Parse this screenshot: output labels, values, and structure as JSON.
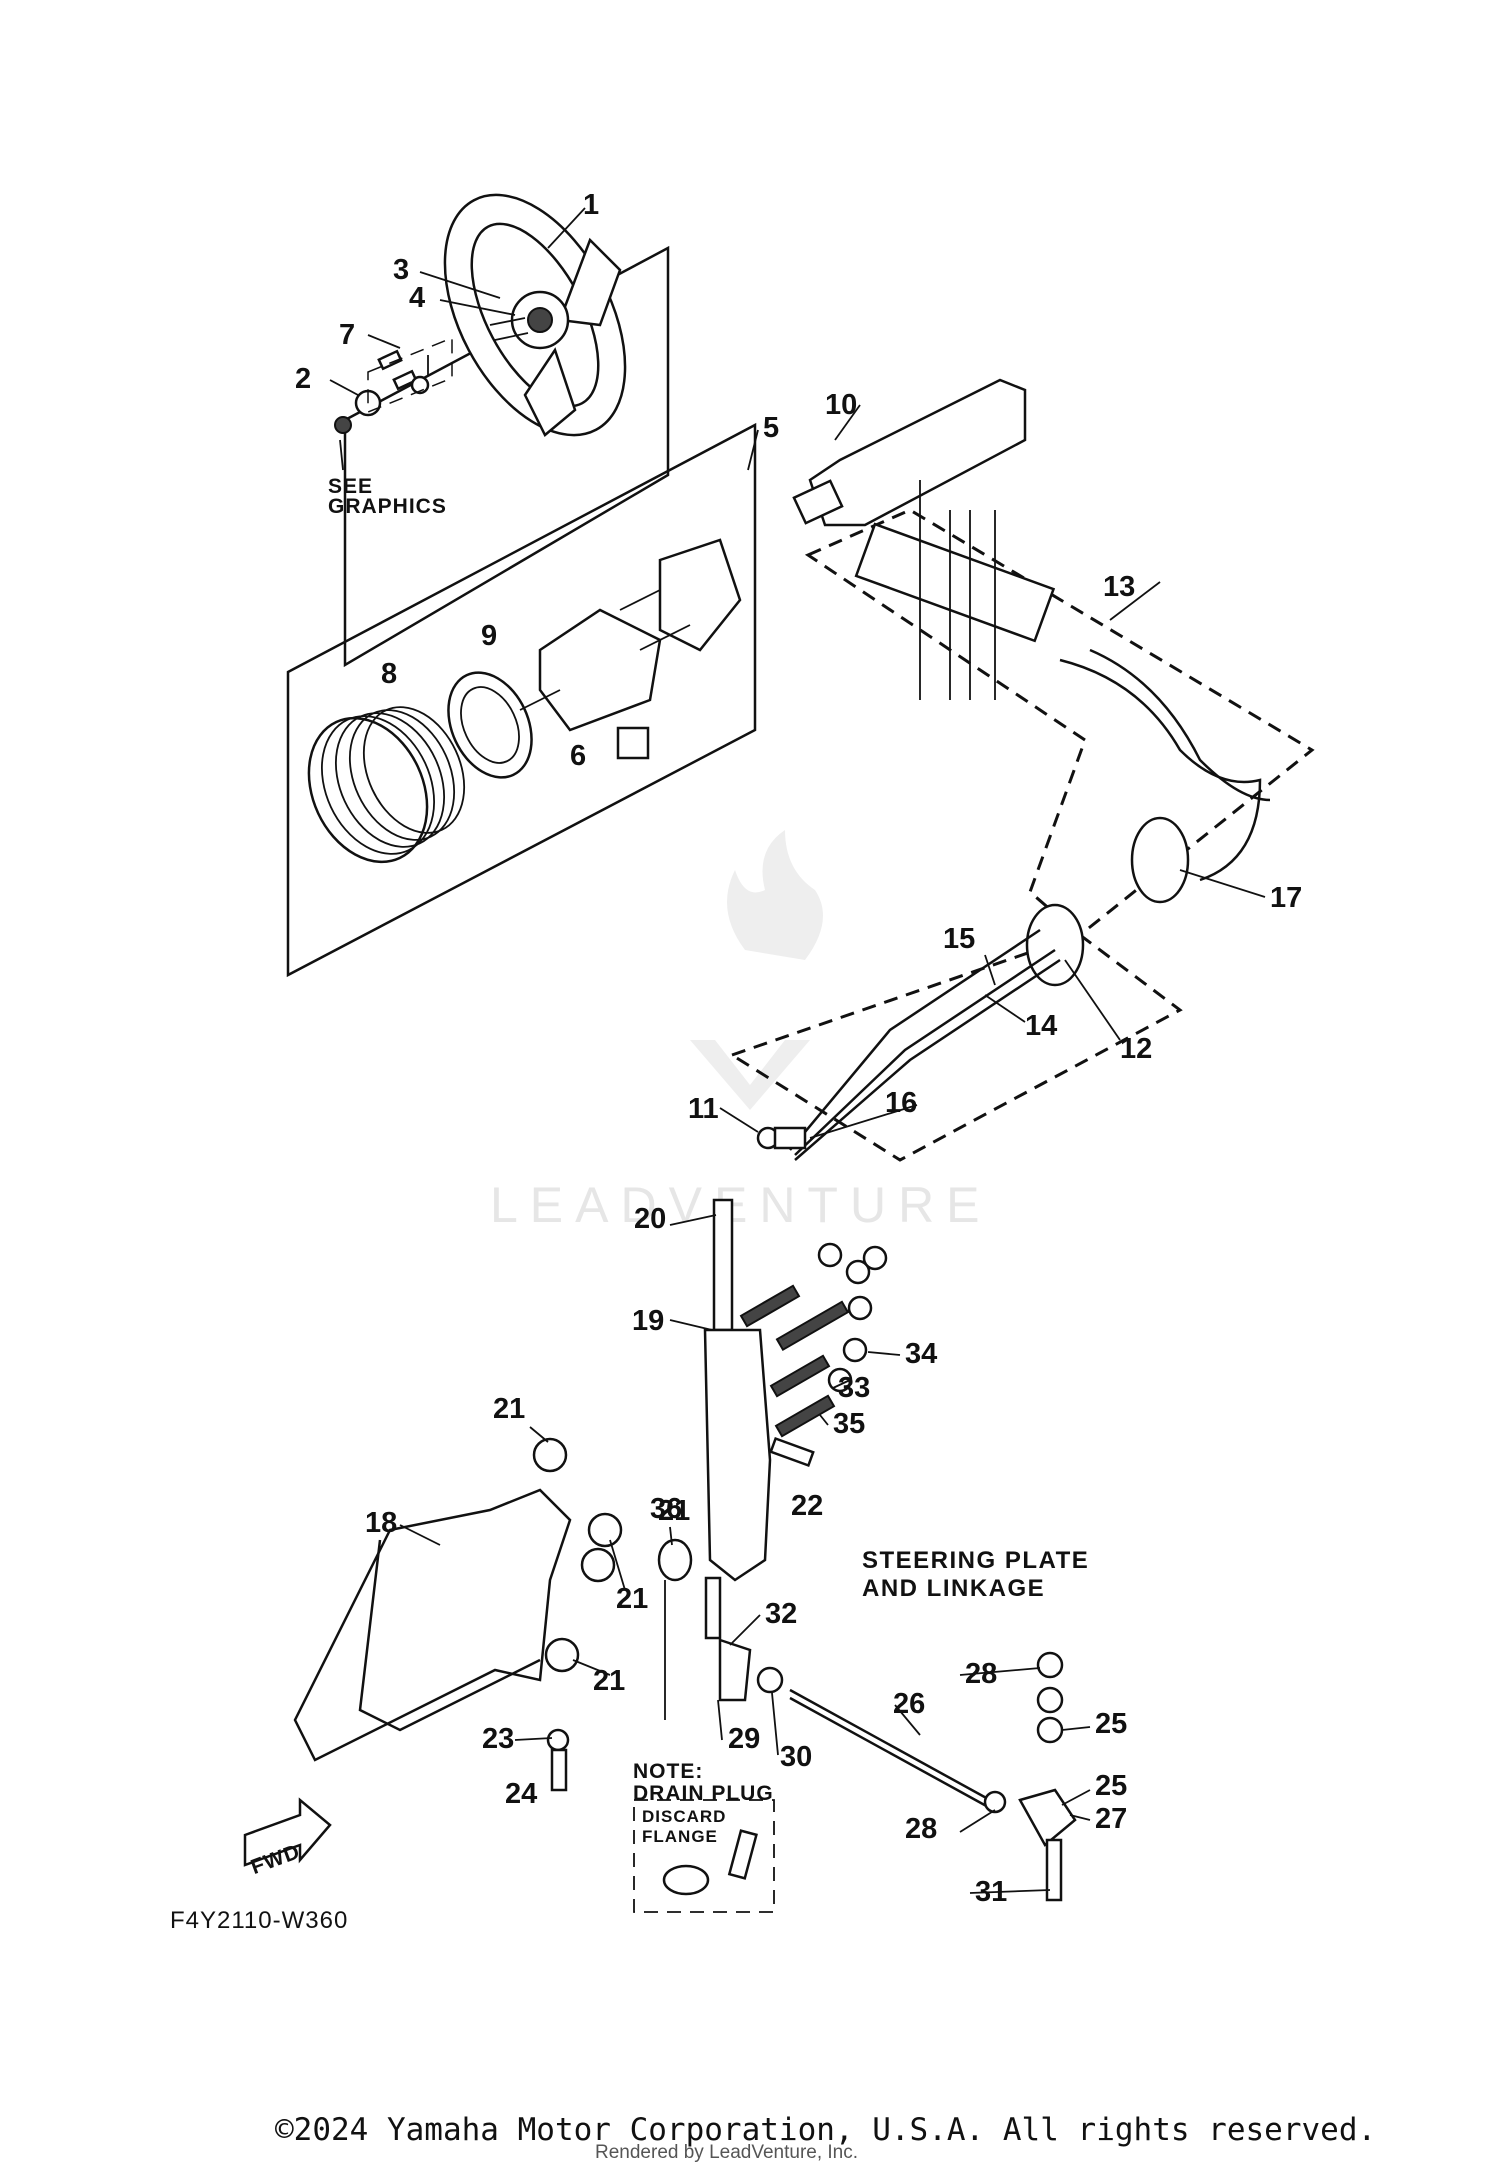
{
  "diagram": {
    "part_labels": [
      "1",
      "2",
      "3",
      "4",
      "5",
      "6",
      "7",
      "8",
      "9",
      "10",
      "11",
      "12",
      "13",
      "14",
      "15",
      "16",
      "17",
      "18",
      "19",
      "20",
      "21",
      "21",
      "21",
      "21",
      "22",
      "23",
      "24",
      "25",
      "25",
      "26",
      "27",
      "28",
      "28",
      "29",
      "30",
      "31",
      "32",
      "33",
      "34",
      "35",
      "36"
    ],
    "notes": {
      "see_graphics_line1": "SEE",
      "see_graphics_line2": "GRAPHICS",
      "section_title_line1": "STEERING PLATE",
      "section_title_line2": "AND LINKAGE",
      "drain_note_line1": "NOTE:",
      "drain_note_line2": "DRAIN PLUG",
      "discard_line1": "DISCARD",
      "discard_line2": "FLANGE",
      "fwd": "FWD"
    },
    "figure_code": "F4Y2110-W360",
    "watermark": "LEADVENTURE",
    "copyright": "©2024 Yamaha Motor Corporation, U.S.A. All rights reserved.",
    "rendered_by": "Rendered by LeadVenture, Inc."
  }
}
